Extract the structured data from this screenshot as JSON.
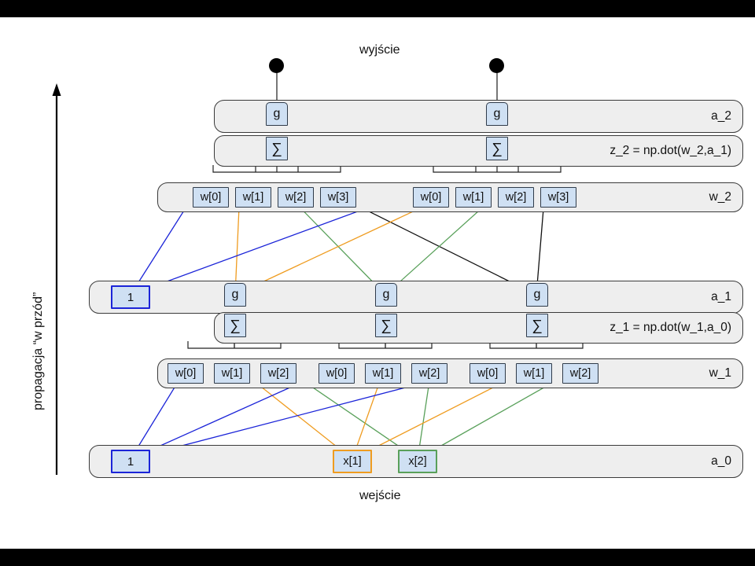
{
  "figure": {
    "caption_top": "wyjście",
    "caption_bottom": "wejście",
    "side_label": "propagacja “w przód”",
    "colors": {
      "blue": "#1b24d8",
      "orange": "#ef9c20",
      "green": "#59a05a",
      "black": "#000000",
      "node_fill": "#cfe0f3",
      "panel_fill": "#eeeeee",
      "border": "#3a3a3a"
    }
  },
  "rows": {
    "a_2": {
      "label": "a_2",
      "units": [
        {
          "glyph": "g"
        },
        {
          "glyph": "g"
        }
      ]
    },
    "z_2": {
      "label": "z_2 = np.dot(w_2,a_1)",
      "units": [
        {
          "glyph": "∑"
        },
        {
          "glyph": "∑"
        }
      ]
    },
    "w_2": {
      "label": "w_2",
      "groups": [
        {
          "weights": [
            "w[0]",
            "w[1]",
            "w[2]",
            "w[3]"
          ]
        },
        {
          "weights": [
            "w[0]",
            "w[1]",
            "w[2]",
            "w[3]"
          ]
        }
      ]
    },
    "a_1": {
      "label": "a_1",
      "bias": "1",
      "units": [
        {
          "glyph": "g"
        },
        {
          "glyph": "g"
        },
        {
          "glyph": "g"
        }
      ]
    },
    "z_1": {
      "label": "z_1 = np.dot(w_1,a_0)",
      "units": [
        {
          "glyph": "∑"
        },
        {
          "glyph": "∑"
        },
        {
          "glyph": "∑"
        }
      ]
    },
    "w_1": {
      "label": "w_1",
      "groups": [
        {
          "weights": [
            "w[0]",
            "w[1]",
            "w[2]"
          ]
        },
        {
          "weights": [
            "w[0]",
            "w[1]",
            "w[2]"
          ]
        },
        {
          "weights": [
            "w[0]",
            "w[1]",
            "w[2]"
          ]
        }
      ]
    },
    "a_0": {
      "label": "a_0",
      "inputs": [
        {
          "text": "1",
          "color": "blue"
        },
        {
          "text": "x[1]",
          "color": "orange"
        },
        {
          "text": "x[2]",
          "color": "green"
        }
      ]
    }
  }
}
